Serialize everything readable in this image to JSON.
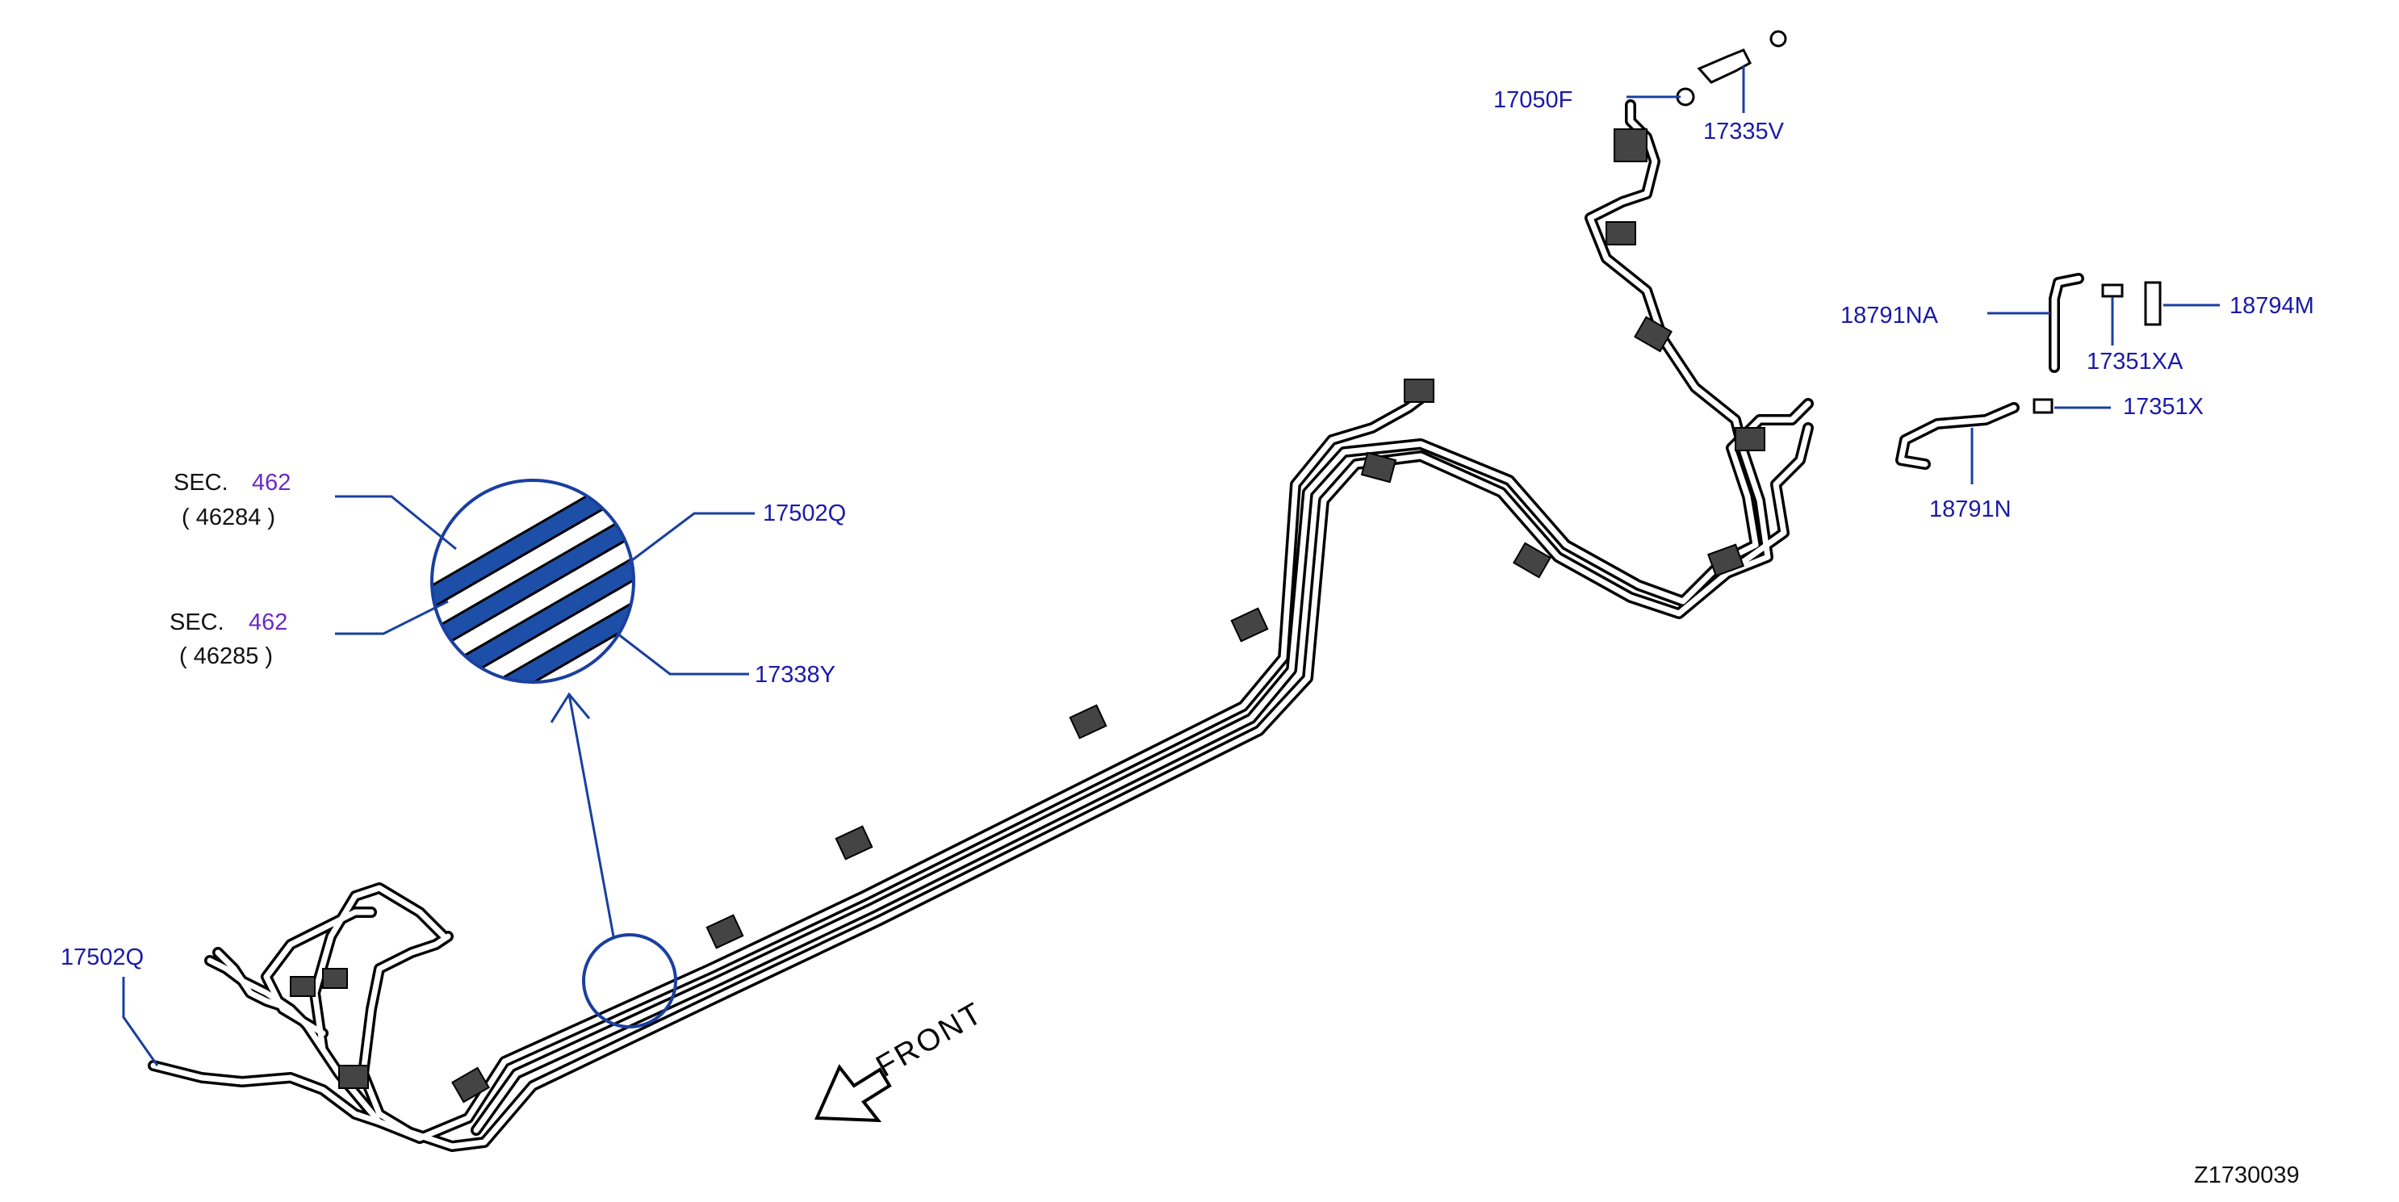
{
  "labels": {
    "sec_462_top": "SEC.",
    "sec_462_top_num": "462",
    "sec_462_top_sub": "( 46284 )",
    "sec_462_bottom": "SEC.",
    "sec_462_bottom_num": "462",
    "sec_462_bottom_sub": "( 46285 )",
    "p17502q_detail": "17502Q",
    "p17338y": "17338Y",
    "p17502q_front": "17502Q",
    "p17050f": "17050F",
    "p17335v": "17335V",
    "p18791na": "18791NA",
    "p17351xa": "17351XA",
    "p18794m": "18794M",
    "p17351x": "17351X",
    "p18791n": "18791N",
    "front": "FRONT",
    "figure_id": "Z1730039"
  },
  "colors": {
    "label_blue": "#1a1aa8",
    "section_purple": "#6a2bc4",
    "leader_blue": "#1a3fa0",
    "detail_stripe": "#1e4fa8"
  }
}
